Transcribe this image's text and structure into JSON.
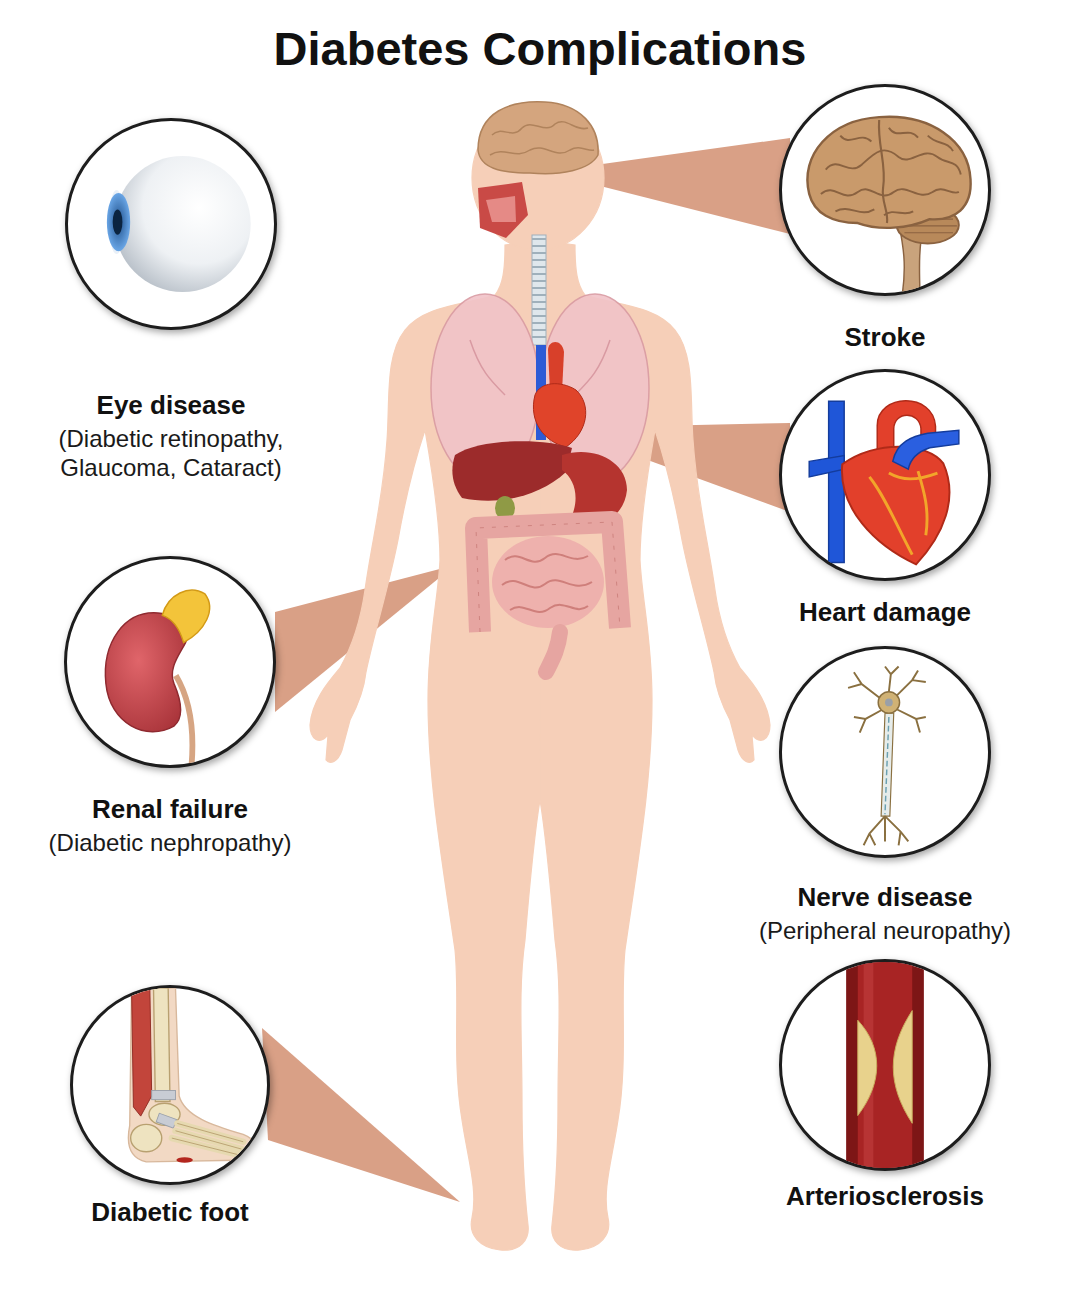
{
  "diagram": {
    "title": "Diabetes Complications",
    "nodes": [
      {
        "text": [
          "Eye disease",
          "(Diabetic retinopathy, Glaucoma, Cataract)"
        ]
      },
      {
        "text": [
          "Stroke"
        ]
      },
      {
        "text": [
          "Heart damage"
        ]
      },
      {
        "text": [
          "Renal failure",
          "(Diabetic nephropathy)"
        ]
      },
      {
        "text": [
          "Nerve disease",
          "(Peripheral neuropathy)"
        ]
      },
      {
        "text": [
          "Diabetic foot"
        ]
      },
      {
        "text": [
          "Arteriosclerosis"
        ]
      }
    ]
  }
}
